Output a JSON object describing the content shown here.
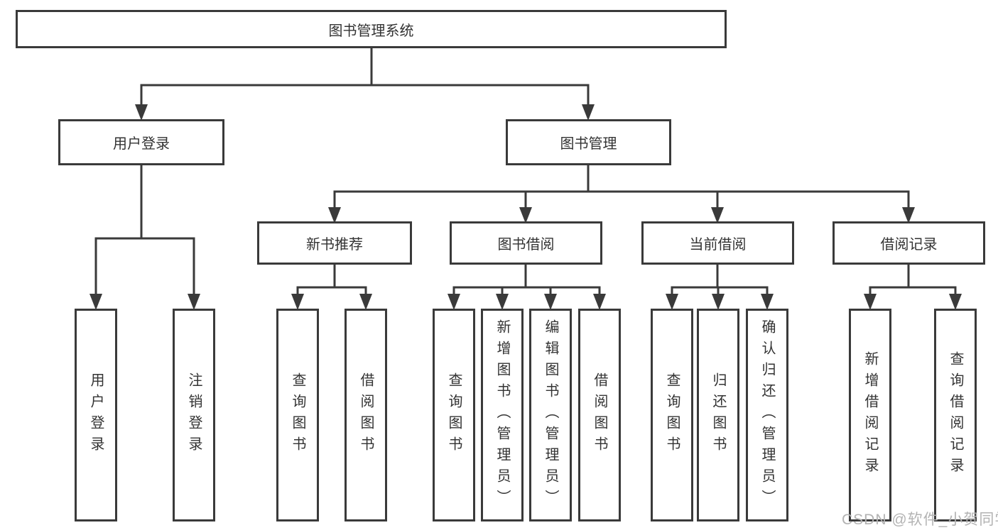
{
  "diagram": {
    "title": "图书管理系统",
    "colors": {
      "line": "#3a3a3a",
      "text": "#333333",
      "box_background": "#ffffff",
      "watermark": "#b3b3b3"
    },
    "nodes": {
      "root": {
        "label": "图书管理系统"
      },
      "level2": [
        {
          "label": "用户登录"
        },
        {
          "label": "图书管理"
        }
      ],
      "level3": [
        {
          "label": "新书推荐"
        },
        {
          "label": "图书借阅"
        },
        {
          "label": "当前借阅"
        },
        {
          "label": "借阅记录"
        }
      ],
      "leaves": {
        "user_login": [
          "用户登录",
          "注销登录"
        ],
        "new_books": [
          "查询图书",
          "借阅图书"
        ],
        "book_borrow": [
          "查询图书",
          "新增图书（管理员）",
          "编辑图书（管理员）",
          "借阅图书"
        ],
        "current_borrow": [
          "查询图书",
          "归还图书",
          "确认归还（管理员）"
        ],
        "borrow_records": [
          "新增借阅记录",
          "查询借阅记录"
        ]
      }
    },
    "watermark": "CSDN @软件_小贺同学"
  }
}
